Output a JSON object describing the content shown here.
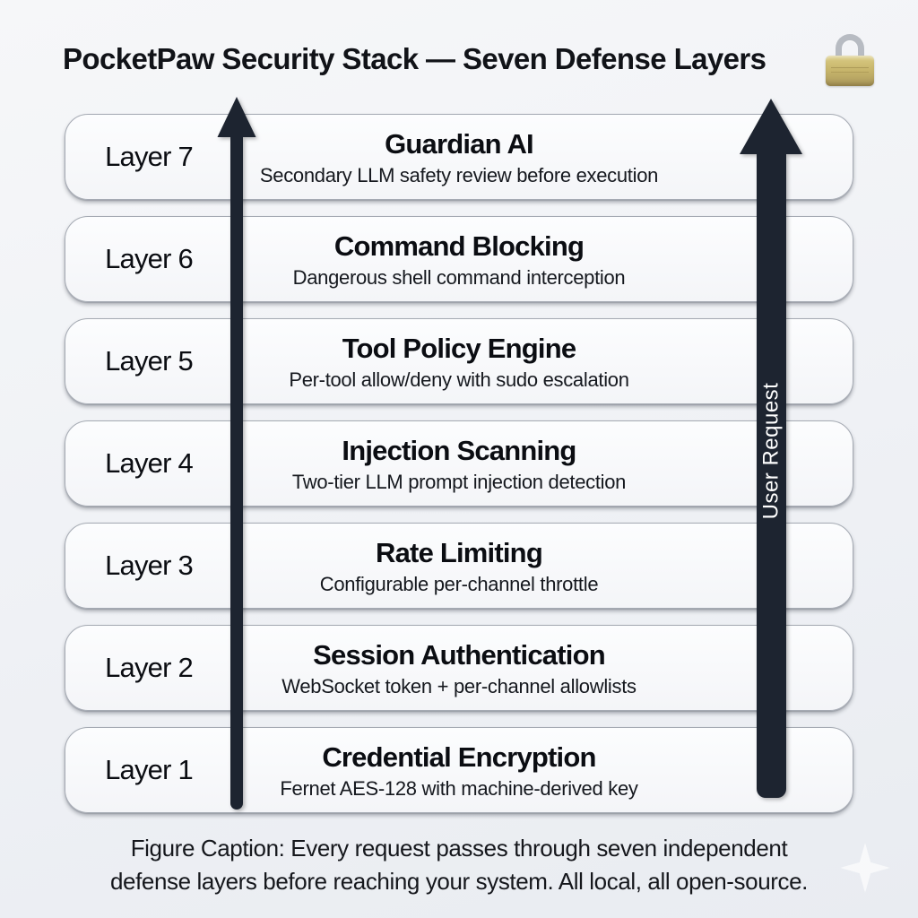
{
  "header": {
    "title": "PocketPaw Security Stack — Seven Defense Layers",
    "lock_icon": "padlock"
  },
  "layers": [
    {
      "label": "Layer 7",
      "title": "Guardian AI",
      "subtitle": "Secondary LLM safety review before execution"
    },
    {
      "label": "Layer 6",
      "title": "Command Blocking",
      "subtitle": "Dangerous shell command interception"
    },
    {
      "label": "Layer 5",
      "title": "Tool Policy Engine",
      "subtitle": "Per-tool allow/deny with sudo escalation"
    },
    {
      "label": "Layer 4",
      "title": "Injection Scanning",
      "subtitle": "Two-tier LLM prompt injection detection"
    },
    {
      "label": "Layer 3",
      "title": "Rate Limiting",
      "subtitle": "Configurable per-channel throttle"
    },
    {
      "label": "Layer 2",
      "title": "Session Authentication",
      "subtitle": "WebSocket token + per-channel allowlists"
    },
    {
      "label": "Layer 1",
      "title": "Credential Encryption",
      "subtitle": "Fernet AES-128 with machine-derived key"
    }
  ],
  "flow": {
    "arrow_label": "User Request",
    "arrow_color": "#1d2430",
    "arrow_label_color": "#ffffff"
  },
  "caption": {
    "line1": "Figure Caption: Every request passes through seven independent",
    "line2": "defense layers before reaching your system. All local, all open-source."
  },
  "colors": {
    "background": "#eff1f5",
    "bar_fill": "#f8f9fb",
    "bar_border": "#a5aab3",
    "text": "#0b0d12",
    "lock_body": "#c7b56b",
    "lock_shackle": "#b7bbc2",
    "sparkle": "#ffffff"
  }
}
